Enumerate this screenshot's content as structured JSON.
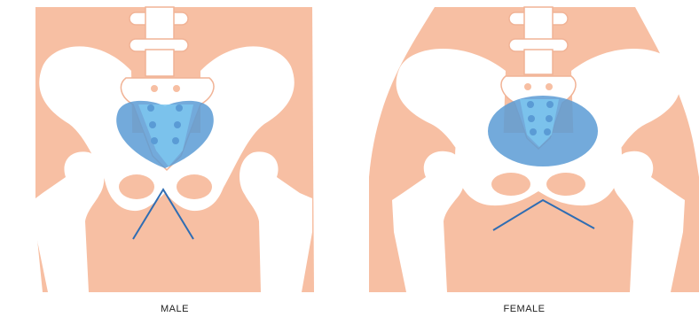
{
  "labels": {
    "male": "MALE",
    "female": "FEMALE"
  },
  "colors": {
    "skin": "#f7bfa3",
    "bone": "#ffffff",
    "bone_outline": "#f1b396",
    "pelvic_inlet": "#5a9bd5",
    "sacrum_highlight": "#7dc7ef",
    "subpubic_angle_line": "#2f6db3",
    "caption": "#222222"
  },
  "figures": [
    {
      "id": "male",
      "pelvic_inlet_shape": "heart-shaped",
      "subpubic_angle": "narrow"
    },
    {
      "id": "female",
      "pelvic_inlet_shape": "oval",
      "subpubic_angle": "wide"
    }
  ]
}
